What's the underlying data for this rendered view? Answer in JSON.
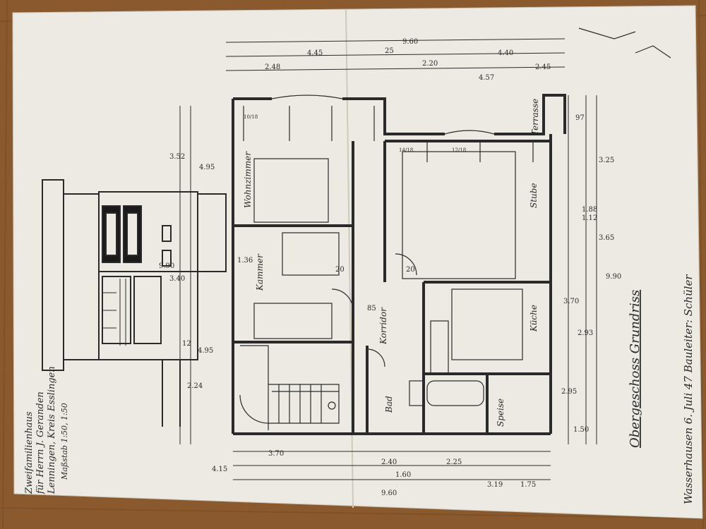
{
  "colors": {
    "wood": "#8a5a2e",
    "paper": "#eceae3",
    "ink": "#2a2a2a",
    "shadow": "#b8b3a8"
  },
  "title_block": {
    "line1": "Zweifamilienhaus",
    "line2": "für Herrn J. Geranden",
    "line3": "Lenningen, Kreis Esslingen",
    "scale": "Maßstab 1:50, 1:50"
  },
  "plan_title": "Obergeschoss Grundriss",
  "signature": "Wasserhausen 6. Juli 47   Bauleiter: Schüler",
  "rooms": {
    "wohnzimmer": "Wohnzimmer",
    "stube": "Stube",
    "kammer": "Kammer",
    "terrasse": "Terrasse",
    "kueche": "Küche",
    "bad": "Bad",
    "speise": "Speise",
    "korridor": "Korridor"
  },
  "dims": {
    "d960": "9.60",
    "d248": "2.48",
    "d445": "4.45",
    "d220": "2.20",
    "d440": "4.40",
    "d457": "4.57",
    "d245": "2.45",
    "d25": "25",
    "d188": "1.88",
    "d112": "1.12",
    "d97": "97",
    "d352": "3.52",
    "d495a": "4.95",
    "d325": "3.25",
    "d365": "3.65",
    "d990a": "9.90",
    "d340": "3.40",
    "d136": "1.36",
    "d370": "3.70",
    "d990b": "9.90",
    "d495b": "4.95",
    "d293": "2.93",
    "d224": "2.24",
    "d295": "2.95",
    "d150": "1.50",
    "d415": "4.15",
    "d370b": "3.70",
    "d240": "2.40",
    "d225": "2.25",
    "d319": "3.19",
    "d175": "1.75",
    "d160": "1.60",
    "d960b": "9.60",
    "d1018": "10/18",
    "d1418": "14/18",
    "d1218": "12/18",
    "d20": "20",
    "d85": "85",
    "d12": "12"
  }
}
